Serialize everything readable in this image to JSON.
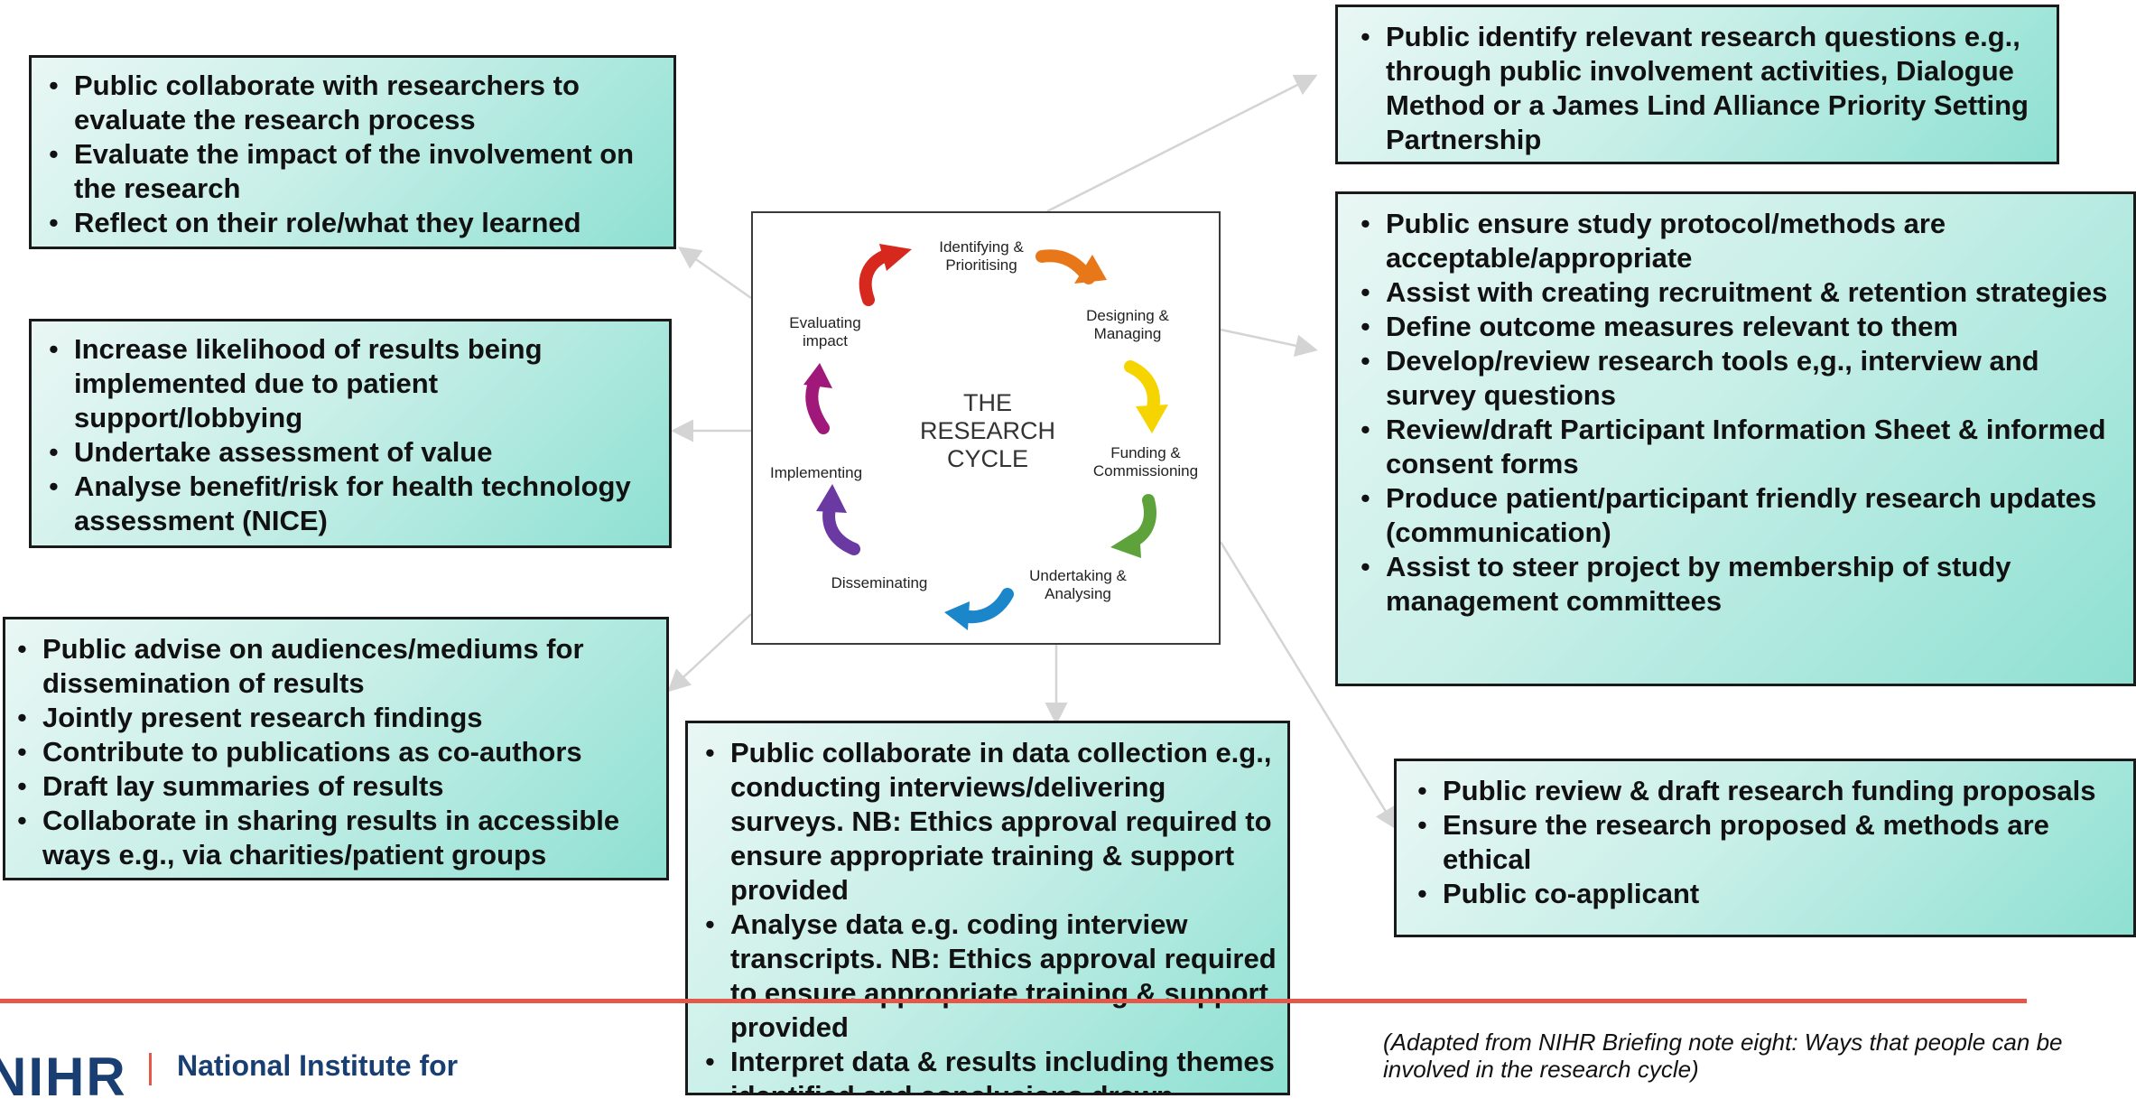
{
  "cycle": {
    "title_line1": "THE",
    "title_line2": "RESEARCH",
    "title_line3": "CYCLE",
    "stages": {
      "identifying": [
        "Identifying &",
        "Prioritising"
      ],
      "designing": [
        "Designing &",
        "Managing"
      ],
      "funding": [
        "Funding &",
        "Commissioning"
      ],
      "undertaking": [
        "Undertaking &",
        "Analysing"
      ],
      "disseminating": [
        "Disseminating"
      ],
      "implementing": [
        "Implementing"
      ],
      "evaluating": [
        "Evaluating",
        "impact"
      ]
    },
    "arrow_colors": {
      "identifying_to_designing": "#e8771a",
      "designing_to_funding": "#f5d400",
      "funding_to_undertaking": "#5da23a",
      "undertaking_to_disseminating": "#1b86c9",
      "disseminating_to_implementing": "#6a3aa2",
      "implementing_to_evaluating": "#a0197a",
      "evaluating_to_identifying": "#d7281e"
    }
  },
  "boxes": {
    "evaluating": [
      "Public collaborate with researchers to evaluate the research process",
      "Evaluate the impact of the involvement on the research",
      "Reflect on their role/what they learned"
    ],
    "implementing": [
      "Increase likelihood of results being implemented due to patient support/lobbying",
      "Undertake assessment of value",
      "Analyse benefit/risk for health technology assessment (NICE)"
    ],
    "disseminating": [
      "Public advise on audiences/mediums for dissemination of results",
      "Jointly present research findings",
      "Contribute to publications as co-authors",
      "Draft lay summaries of results",
      "Collaborate in sharing results in accessible ways e.g., via charities/patient groups"
    ],
    "undertaking": [
      "Public collaborate in data collection e.g., conducting interviews/delivering surveys. NB: Ethics approval required to ensure appropriate training & support provided",
      "Analyse data e.g. coding interview transcripts. NB: Ethics approval required to ensure appropriate training & support provided",
      "Interpret data & results including themes identified and conclusions drawn"
    ],
    "identifying": [
      "Public identify relevant research questions  e.g., through public involvement activities, Dialogue Method or a James Lind Alliance Priority Setting Partnership"
    ],
    "designing": [
      "Public ensure study protocol/methods are acceptable/appropriate",
      "Assist with creating recruitment & retention strategies",
      "Define outcome measures relevant to them",
      "Develop/review research tools e,g., interview and survey questions",
      "Review/draft Participant Information Sheet & informed consent forms",
      "Produce patient/participant  friendly research updates (communication)",
      "Assist to steer project by membership of study management committees"
    ],
    "funding": [
      "Public review & draft research funding proposals",
      "Ensure the research proposed & methods are ethical",
      "Public co-applicant"
    ]
  },
  "footer": {
    "logo_mark": "NIHR",
    "logo_text": "National Institute for",
    "source_note": "(Adapted from NIHR Briefing note eight: Ways that people can be involved in the research cycle)",
    "accent_color": "#e4584a",
    "brand_color": "#193e72"
  }
}
